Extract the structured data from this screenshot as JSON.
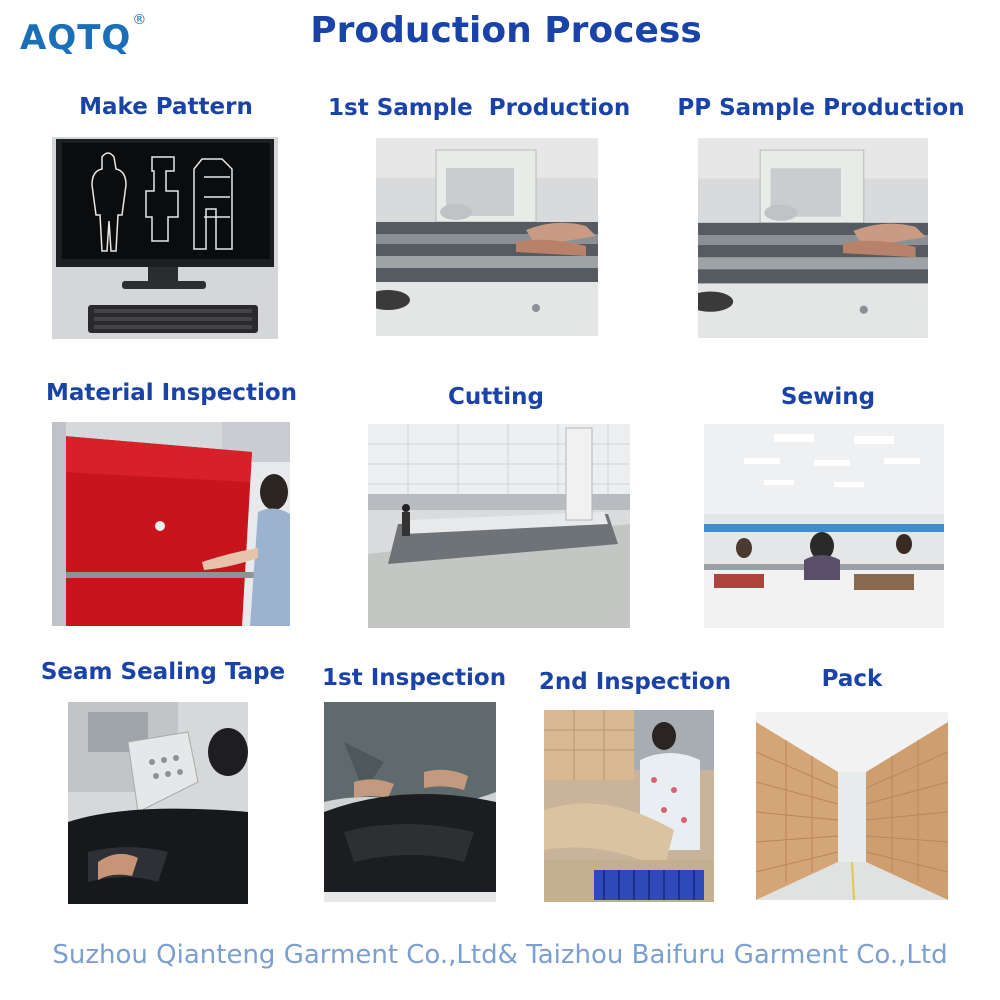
{
  "logo": {
    "text": "AQTQ",
    "mark": "®"
  },
  "title": "Production Process",
  "steps": [
    {
      "label": "Make Pattern"
    },
    {
      "label": "1st Sample  Production"
    },
    {
      "label": "PP Sample Production"
    },
    {
      "label": "Material Inspection"
    },
    {
      "label": "Cutting"
    },
    {
      "label": "Sewing"
    },
    {
      "label": "Seam Sealing Tape"
    },
    {
      "label": "1st Inspection"
    },
    {
      "label": "2nd Inspection"
    },
    {
      "label": "Pack"
    }
  ],
  "footer": "Suzhou Qianteng Garment Co.,Ltd& Taizhou Baifuru Garment Co.,Ltd"
}
